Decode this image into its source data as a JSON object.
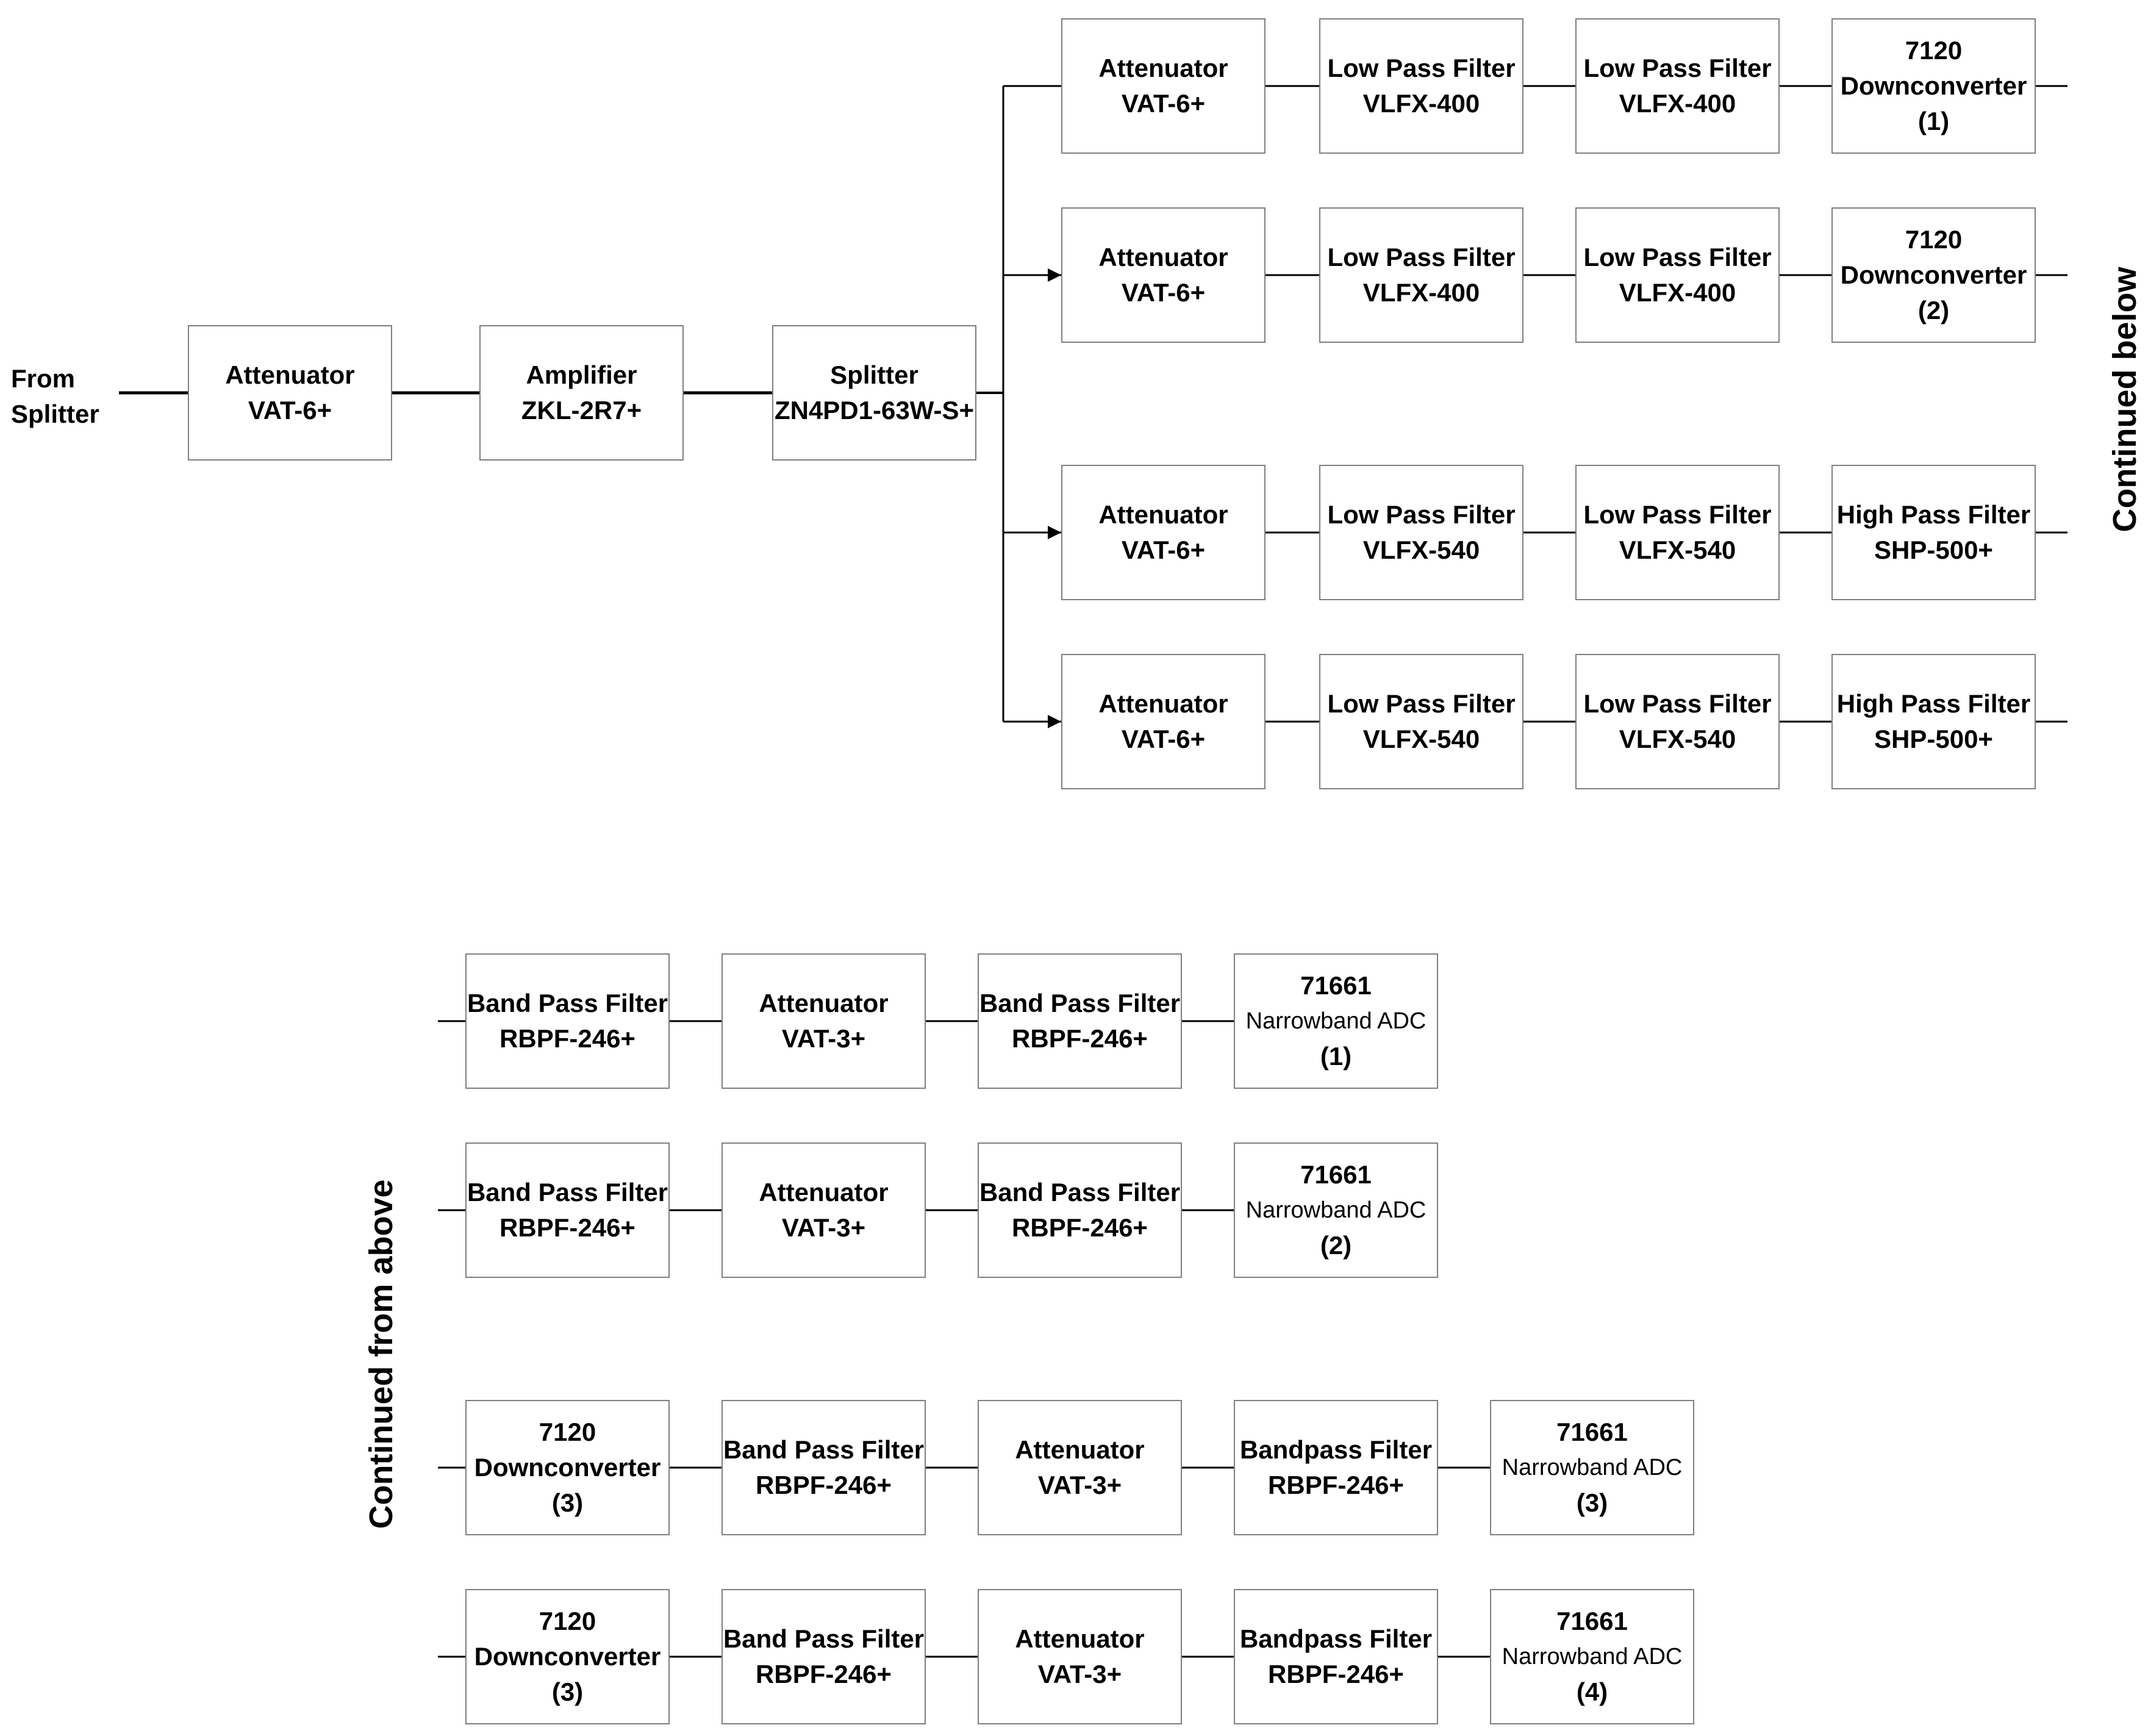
{
  "title": "",
  "source_label": [
    "From",
    "Splitter"
  ],
  "continued_below": "Continued below",
  "continued_from_above": "Continued from above",
  "input_chain": [
    {
      "line1": "Attenuator",
      "line2": "VAT-6+"
    },
    {
      "line1": "Amplifier",
      "line2": "ZKL-2R7+"
    },
    {
      "line1": "Splitter",
      "line2": "ZN4PD1-63W-S+"
    }
  ],
  "upper_rows": [
    [
      {
        "line1": "Attenuator",
        "line2": "VAT-6+"
      },
      {
        "line1": "Low Pass Filter",
        "line2": "VLFX-400"
      },
      {
        "line1": "Low Pass Filter",
        "line2": "VLFX-400"
      },
      {
        "line1": "7120",
        "line2": "Downconverter",
        "line3": "(1)"
      }
    ],
    [
      {
        "line1": "Attenuator",
        "line2": "VAT-6+"
      },
      {
        "line1": "Low Pass Filter",
        "line2": "VLFX-400"
      },
      {
        "line1": "Low Pass Filter",
        "line2": "VLFX-400"
      },
      {
        "line1": "7120",
        "line2": "Downconverter",
        "line3": "(2)"
      }
    ],
    [
      {
        "line1": "Attenuator",
        "line2": "VAT-6+"
      },
      {
        "line1": "Low Pass Filter",
        "line2": "VLFX-540"
      },
      {
        "line1": "Low Pass Filter",
        "line2": "VLFX-540"
      },
      {
        "line1": "High Pass Filter",
        "line2": "SHP-500+"
      }
    ],
    [
      {
        "line1": "Attenuator",
        "line2": "VAT-6+"
      },
      {
        "line1": "Low Pass Filter",
        "line2": "VLFX-540"
      },
      {
        "line1": "Low Pass Filter",
        "line2": "VLFX-540"
      },
      {
        "line1": "High Pass Filter",
        "line2": "SHP-500+"
      }
    ]
  ],
  "lower_rows": [
    [
      {
        "line1": "Band Pass Filter",
        "line2": "RBPF-246+"
      },
      {
        "line1": "Attenuator",
        "line2": "VAT-3+"
      },
      {
        "line1": "Band Pass Filter",
        "line2": "RBPF-246+"
      },
      {
        "line1": "71661",
        "line2": "Narrowband ADC",
        "line3": "(1)"
      }
    ],
    [
      {
        "line1": "Band Pass Filter",
        "line2": "RBPF-246+"
      },
      {
        "line1": "Attenuator",
        "line2": "VAT-3+"
      },
      {
        "line1": "Band Pass Filter",
        "line2": "RBPF-246+"
      },
      {
        "line1": "71661",
        "line2": "Narrowband ADC",
        "line3": "(2)"
      }
    ],
    [
      {
        "line1": "7120",
        "line2": "Downconverter",
        "line3": "(3)"
      },
      {
        "line1": "Band Pass Filter",
        "line2": "RBPF-246+"
      },
      {
        "line1": "Attenuator",
        "line2": "VAT-3+"
      },
      {
        "line1": "Bandpass Filter",
        "line2": "RBPF-246+"
      },
      {
        "line1": "71661",
        "line2": "Narrowband ADC",
        "line3": "(3)"
      }
    ],
    [
      {
        "line1": "7120",
        "line2": "Downconverter",
        "line3": "(3)"
      },
      {
        "line1": "Band Pass Filter",
        "line2": "RBPF-246+"
      },
      {
        "line1": "Attenuator",
        "line2": "VAT-3+"
      },
      {
        "line1": "Bandpass Filter",
        "line2": "RBPF-246+"
      },
      {
        "line1": "71661",
        "line2": "Narrowband ADC",
        "line3": "(4)"
      }
    ]
  ]
}
